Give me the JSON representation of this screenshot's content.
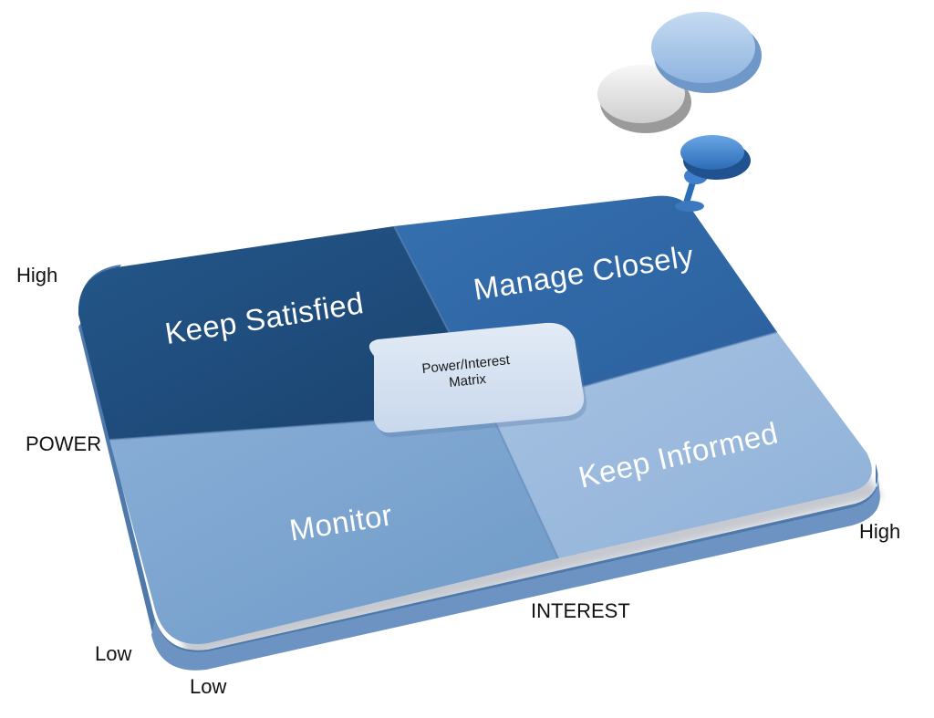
{
  "matrix": {
    "center_label_line1": "Power/Interest",
    "center_label_line2": "Matrix",
    "quadrants": {
      "top_left": "Keep Satisfied",
      "top_right": "Manage Closely",
      "bottom_left": "Monitor",
      "bottom_right": "Keep Informed"
    },
    "colors": {
      "top_left": "#1e4a78",
      "top_right": "#2d66a6",
      "bottom_left": "#7ca4d0",
      "bottom_right": "#98b8dc"
    }
  },
  "axes": {
    "vertical_title": "POWER",
    "vertical_high": "High",
    "vertical_low": "Low",
    "horizontal_title": "INTEREST",
    "horizontal_high": "High",
    "horizontal_low": "Low"
  }
}
